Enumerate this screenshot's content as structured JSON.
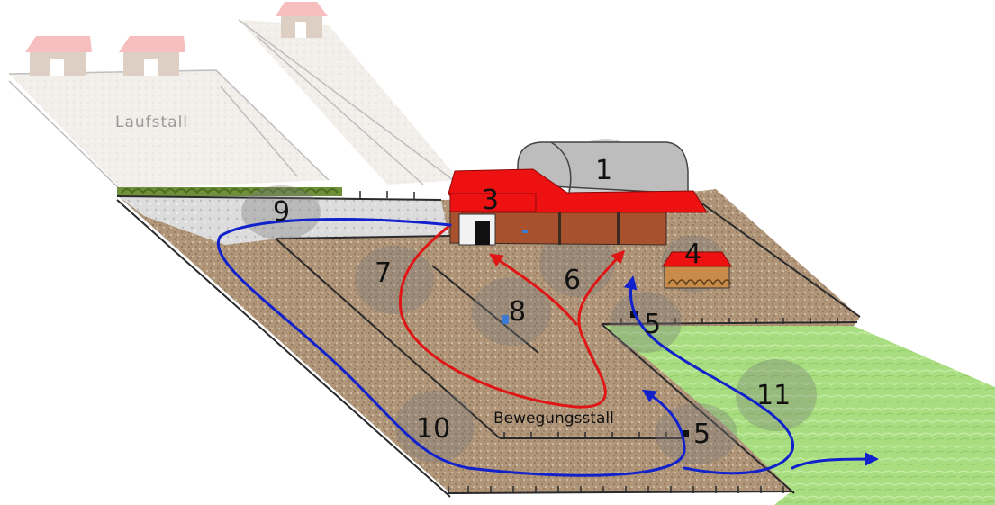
{
  "labels": {
    "ghost_area": "Laufstall",
    "main_area": "Bewegungsstall"
  },
  "markers": {
    "m1": "1",
    "m3": "3",
    "m4": "4",
    "m5a": "5",
    "m5b": "5",
    "m6": "6",
    "m7": "7",
    "m8": "8",
    "m9": "9",
    "m10": "10",
    "m11": "11"
  },
  "colors": {
    "roof": "#ee1111",
    "ground": "#b59a7e",
    "pasture": "#a7d97e",
    "fence": "#2b2b2b",
    "route_red": "#e01515",
    "route_blue": "#1122cc",
    "zone_circle": "#777777"
  }
}
